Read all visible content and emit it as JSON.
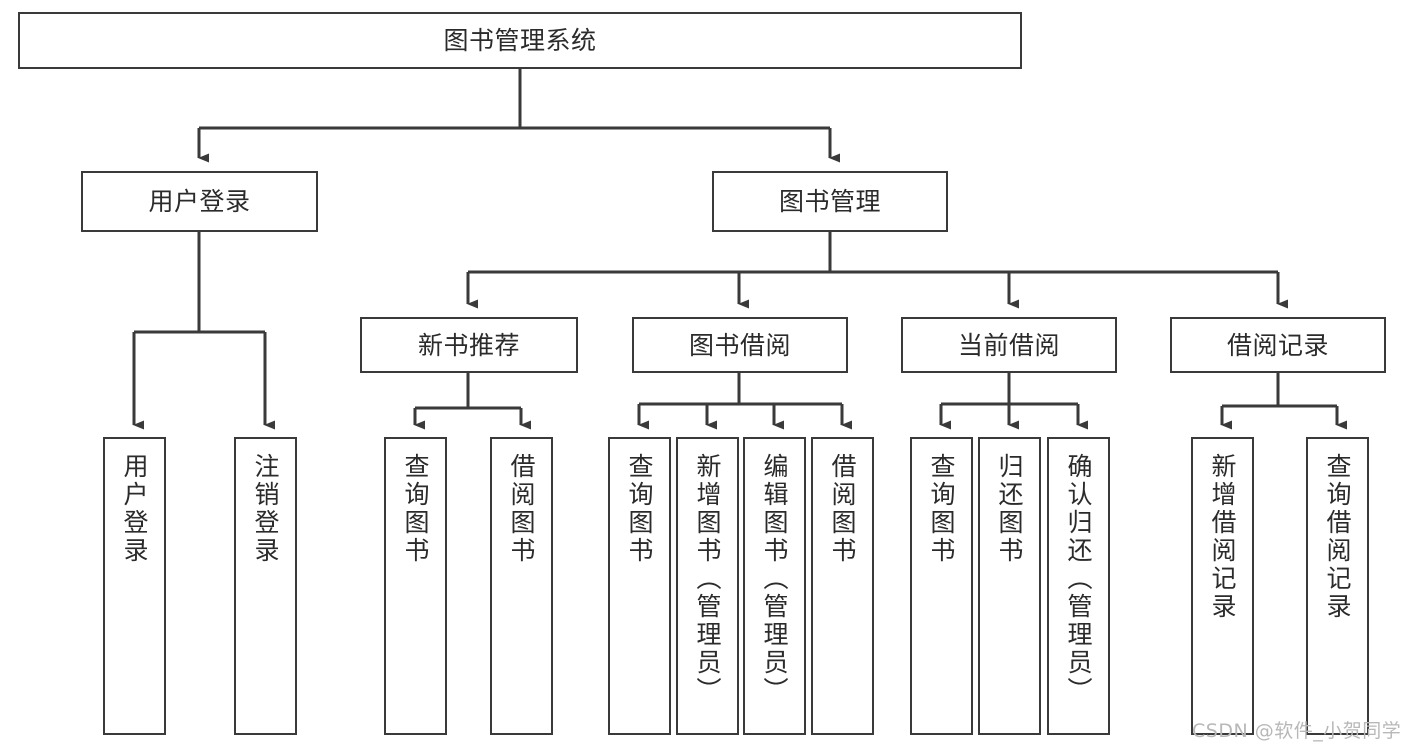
{
  "diagram": {
    "title": "图书管理系统",
    "type": "tree",
    "watermark": "CSDN @软件_小贺同学",
    "colors": {
      "stroke": "#3a3a3a",
      "fill": "#ffffff",
      "text": "#2b2b2b",
      "watermark": "#b8b8b8"
    },
    "nodes": {
      "root": {
        "label": "图书管理系统",
        "level": 1
      },
      "user_login": {
        "label": "用户登录",
        "level": 2
      },
      "book_manage": {
        "label": "图书管理",
        "level": 2
      },
      "new_book_rec": {
        "label": "新书推荐",
        "level": 3
      },
      "book_borrow": {
        "label": "图书借阅",
        "level": 3
      },
      "current_borrow": {
        "label": "当前借阅",
        "level": 3
      },
      "borrow_record": {
        "label": "借阅记录",
        "level": 3
      },
      "leaf_user_login": {
        "label": "用户登录",
        "level": 4
      },
      "leaf_logout": {
        "label": "注销登录",
        "level": 4
      },
      "leaf_query_book_1": {
        "label": "查询图书",
        "level": 4
      },
      "leaf_borrow_book_1": {
        "label": "借阅图书",
        "level": 4
      },
      "leaf_query_book_2": {
        "label": "查询图书",
        "level": 4
      },
      "leaf_add_book": {
        "label": "新增图书（管理员）",
        "level": 4
      },
      "leaf_edit_book": {
        "label": "编辑图书（管理员）",
        "level": 4
      },
      "leaf_borrow_book_2": {
        "label": "借阅图书",
        "level": 4
      },
      "leaf_query_book_3": {
        "label": "查询图书",
        "level": 4
      },
      "leaf_return_book": {
        "label": "归还图书",
        "level": 4
      },
      "leaf_confirm_return": {
        "label": "确认归还（管理员）",
        "level": 4
      },
      "leaf_add_record": {
        "label": "新增借阅记录",
        "level": 4
      },
      "leaf_query_record": {
        "label": "查询借阅记录",
        "level": 4
      }
    },
    "edges": [
      {
        "from": "root",
        "to": "user_login"
      },
      {
        "from": "root",
        "to": "book_manage"
      },
      {
        "from": "user_login",
        "to": "leaf_user_login"
      },
      {
        "from": "user_login",
        "to": "leaf_logout"
      },
      {
        "from": "book_manage",
        "to": "new_book_rec"
      },
      {
        "from": "book_manage",
        "to": "book_borrow"
      },
      {
        "from": "book_manage",
        "to": "current_borrow"
      },
      {
        "from": "book_manage",
        "to": "borrow_record"
      },
      {
        "from": "new_book_rec",
        "to": "leaf_query_book_1"
      },
      {
        "from": "new_book_rec",
        "to": "leaf_borrow_book_1"
      },
      {
        "from": "book_borrow",
        "to": "leaf_query_book_2"
      },
      {
        "from": "book_borrow",
        "to": "leaf_add_book"
      },
      {
        "from": "book_borrow",
        "to": "leaf_edit_book"
      },
      {
        "from": "book_borrow",
        "to": "leaf_borrow_book_2"
      },
      {
        "from": "current_borrow",
        "to": "leaf_query_book_3"
      },
      {
        "from": "current_borrow",
        "to": "leaf_return_book"
      },
      {
        "from": "current_borrow",
        "to": "leaf_confirm_return"
      },
      {
        "from": "borrow_record",
        "to": "leaf_add_record"
      },
      {
        "from": "borrow_record",
        "to": "leaf_query_record"
      }
    ]
  }
}
